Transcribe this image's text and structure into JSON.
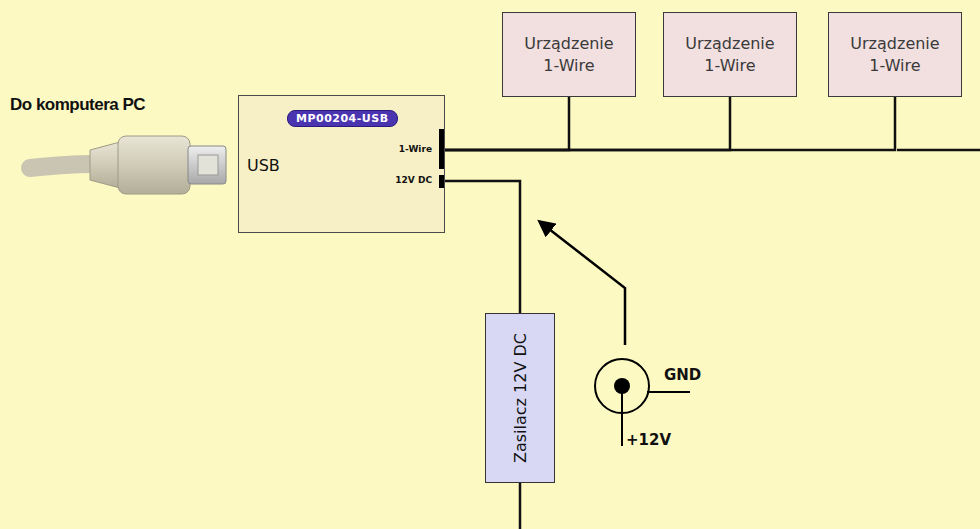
{
  "diagram": {
    "nodes": [
      {
        "text": [
          "Urządzenie 1-Wire"
        ]
      },
      {
        "text": [
          "Urządzenie 1-Wire"
        ]
      },
      {
        "text": [
          "Urządzenie 1-Wire"
        ]
      },
      {
        "text": [
          "MP00204-USB",
          "USB",
          "1-Wire",
          "12V DC"
        ]
      },
      {
        "text": [
          "Zasilacz 12V DC"
        ]
      }
    ],
    "edges": [
      {
        "from": 3,
        "to": 0,
        "arrow": "none"
      },
      {
        "from": 3,
        "to": 1,
        "arrow": "none"
      },
      {
        "from": 3,
        "to": 2,
        "arrow": "none"
      },
      {
        "from": 4,
        "to": 3,
        "arrow": "none"
      }
    ],
    "labels": [
      "Do komputera PC",
      "GND",
      "+12V"
    ]
  }
}
